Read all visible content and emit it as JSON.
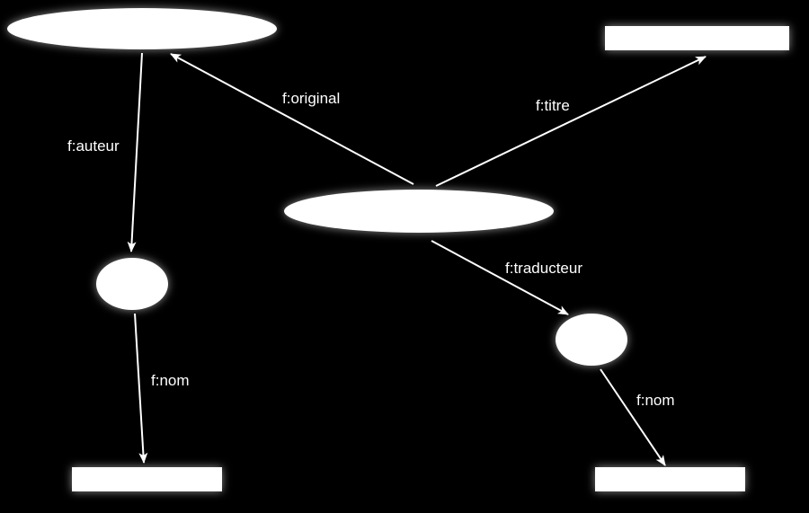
{
  "diagram": {
    "edges": {
      "original": "f:original",
      "titre": "f:titre",
      "auteur": "f:auteur",
      "traducteur": "f:traducteur",
      "nom_auteur": "f:nom",
      "nom_traducteur": "f:nom"
    }
  }
}
